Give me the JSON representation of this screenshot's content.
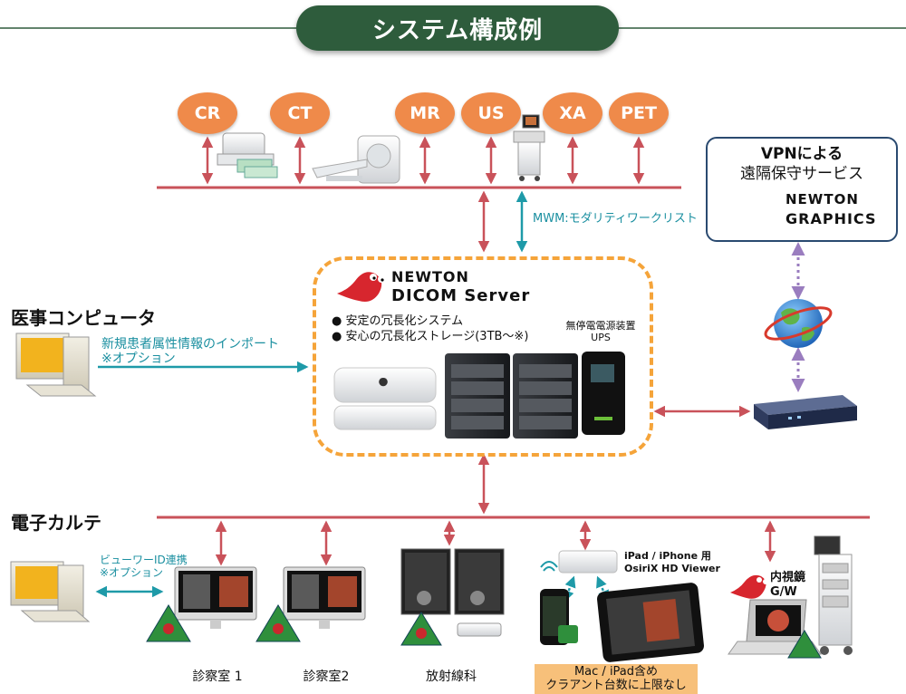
{
  "title": "システム構成例",
  "modalities": [
    "CR",
    "CT",
    "MR",
    "US",
    "XA",
    "PET"
  ],
  "mwm_label": "MWM:モダリティワークリスト",
  "vpn": {
    "line1": "VPNによる",
    "line2": "遠隔保守サービス",
    "logo_top": "NEWTON",
    "logo_bottom": "GRAPHICS"
  },
  "server": {
    "logo_top": "NEWTON",
    "logo_bottom": "DICOM Server",
    "features": [
      "安定の冗長化システム",
      "安心の冗長化ストレージ(3TB〜※)"
    ],
    "ups_line1": "無停電電源装置",
    "ups_line2": "UPS"
  },
  "medical_computer": {
    "heading": "医事コンピュータ",
    "note_line1": "新規患者属性情報のインポート",
    "note_line2": "※オプション"
  },
  "emr": {
    "heading": "電子カルテ",
    "note_line1": "ビューワーID連携",
    "note_line2": "※オプション"
  },
  "clients": {
    "room1": "診察室 1",
    "room2": "診察室2",
    "radiology": "放射線科",
    "ipad_line1": "iPad / iPhone 用",
    "ipad_line2": "OsiriX HD Viewer",
    "mac_note_line1": "Mac / iPad含め",
    "mac_note_line2": "クラアント台数に上限なし",
    "endoscope_line1": "内視鏡",
    "endoscope_line2": "G/W"
  }
}
